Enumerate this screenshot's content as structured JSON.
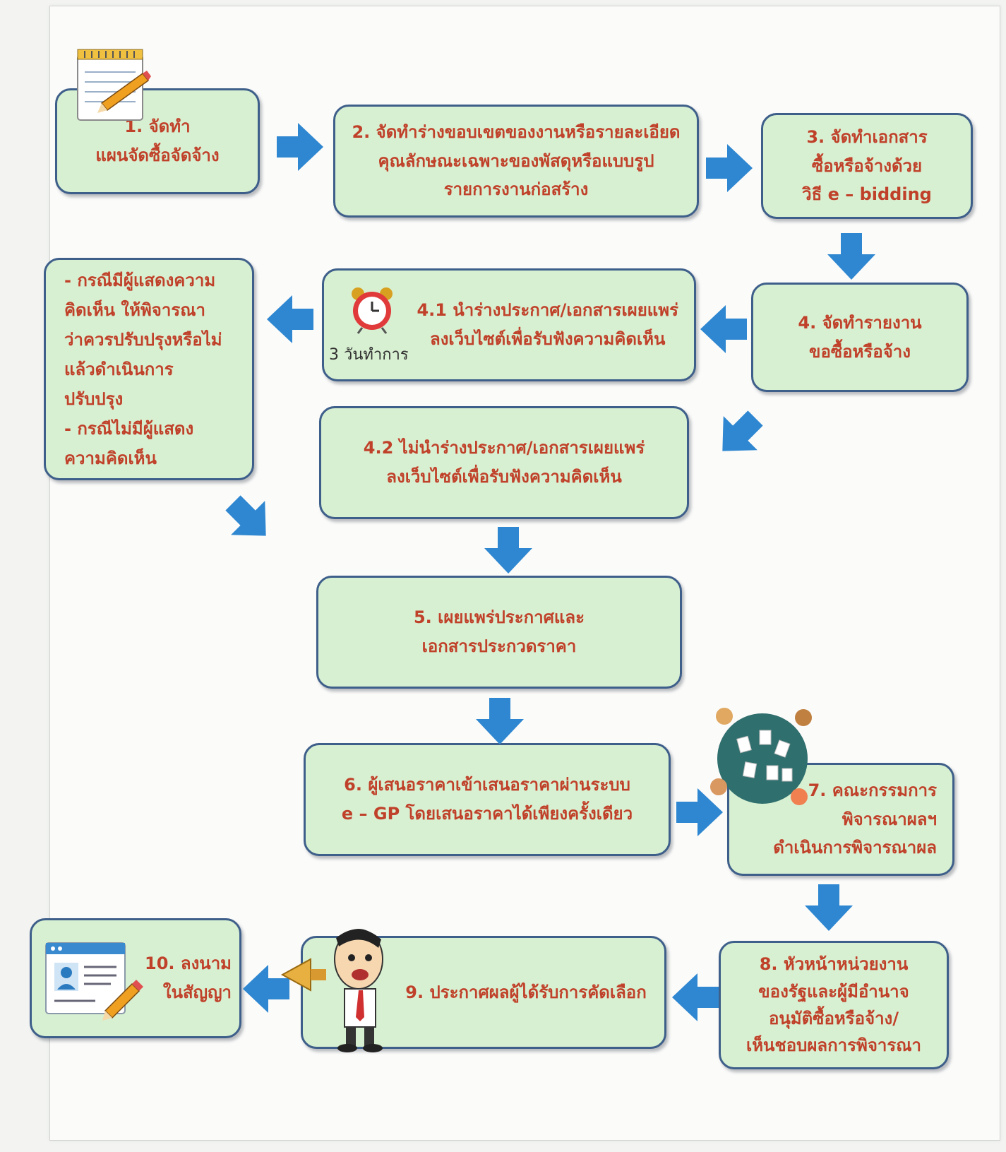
{
  "steps": {
    "s1": "1. จัดทำ\nแผนจัดซื้อจัดจ้าง",
    "s2": "2. จัดทำร่างขอบเขตของงานหรือรายละเอียด\nคุณลักษณะเฉพาะของพัสดุหรือแบบรูป\nรายการงานก่อสร้าง",
    "s3": "3. จัดทำเอกสาร\nซื้อหรือจ้างด้วย\nวิธี e – bidding",
    "s4": "4. จัดทำรายงาน\nขอซื้อหรือจ้าง",
    "s41": "4.1 นำร่างประกาศ/เอกสารเผยแพร่\nลงเว็บไซต์เพื่อรับฟังความคิดเห็น",
    "s41_caption": "3 วันทำการ",
    "note": "- กรณีมีผู้แสดงความ\nคิดเห็น ให้พิจารณา\nว่าควรปรับปรุงหรือไม่\nแล้วดำเนินการ\nปรับปรุง\n- กรณีไม่มีผู้แสดง\nความคิดเห็น",
    "s42": "4.2 ไม่นำร่างประกาศ/เอกสารเผยแพร่\nลงเว็บไซต์เพื่อรับฟังความคิดเห็น",
    "s5": "5. เผยแพร่ประกาศและ\nเอกสารประกวดราคา",
    "s6": "6. ผู้เสนอราคาเข้าเสนอราคาผ่านระบบ\ne – GP โดยเสนอราคาได้เพียงครั้งเดียว",
    "s7": "7. คณะกรรมการ\nพิจารณาผลฯ\nดำเนินการพิจารณาผล",
    "s8": "8. หัวหน้าหน่วยงาน\nของรัฐและผู้มีอำนาจ\nอนุมัติซื้อหรือจ้าง/\nเห็นชอบผลการพิจารณา",
    "s9": "9. ประกาศผลผู้ได้รับการคัดเลือก",
    "s10": "10. ลงนาม\nในสัญญา"
  },
  "icons": [
    "notepad-pencil-icon",
    "alarm-clock-icon",
    "meeting-table-icon",
    "megaphone-man-icon",
    "contract-document-icon"
  ],
  "colors": {
    "box_fill": "#d8f0d2",
    "box_border": "#3e5f8a",
    "text": "#c0412a",
    "arrow": "#2e87d0"
  }
}
